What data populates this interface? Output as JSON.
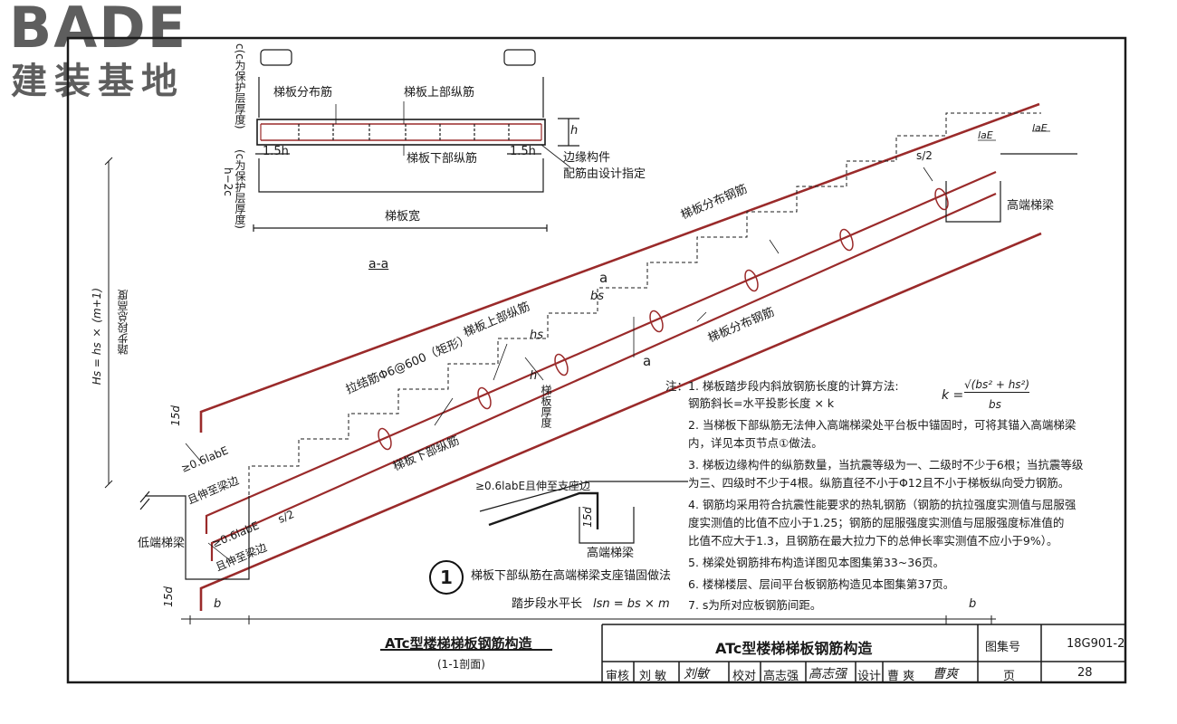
{
  "logo": {
    "brand": "BADE",
    "brand_cn": "建装基地"
  },
  "labels": {
    "dist_rebar_top": "梯板分布筋",
    "upper_long_rebar_top": "梯板上部纵筋",
    "lower_long_rebar_top": "梯板下部纵筋",
    "edge_member": "边缘构件",
    "rebar_by_design": "配筋由设计指定",
    "width_label": "梯板宽",
    "h_label": "h",
    "one_five_h_left": "1.5h",
    "one_five_h_right": "1.5h",
    "cover_thickness_upper": "c(c为保护层厚度)",
    "h_minus_2c": "h−2c",
    "cover_thickness_lower": "(c为保护层厚度)",
    "section_aa": "a-a",
    "total_height": "Hs = hs × (m+1)",
    "total_height_cn": "踏步段总高度",
    "la_e_1": "laE",
    "la_e_2": "laE",
    "s_half_top": "s/2",
    "high_beam": "高端梯梁",
    "dist_rebar_diag": "梯板分布钢筋",
    "a_mark_upper": "a",
    "bs_label": "bs",
    "upper_long_rebar": "梯板上部纵筋",
    "dist_rebar_diag2": "梯板分布钢筋",
    "hs_label": "hs",
    "a_mark_lower": "a",
    "tie_rebar": "拉结筋Φ6@600（矩形）",
    "h_small": "h",
    "slab_thickness": "梯板厚度",
    "fifteen_d_1": "15d",
    "lower_long_rebar": "梯板下部纵筋",
    "anchor_06_1": "≥0.6labE",
    "extend_beam_1": "且伸至梁边",
    "anchor_06_2": "≥0.6labE",
    "extend_beam_2": "且伸至梁边",
    "s_half_bottom": "s/2",
    "low_beam": "低端梯梁",
    "fifteen_d_2": "15d",
    "b_left": "b",
    "b_right": "b",
    "horizontal_length": "踏步段水平长",
    "horizontal_formula": "lsn = bs × m",
    "node_anchor": "≥0.6labE且伸至支座边",
    "node_15d": "15d",
    "node_high_beam": "高端梯梁",
    "node_number": "1",
    "node_caption": "梯板下部纵筋在高端梯梁支座锚固做法"
  },
  "notes": {
    "prefix": "注：",
    "items": [
      "1.  梯板踏步段内斜放钢筋长度的计算方法:",
      "     钢筋斜长=水平投影长度 × k",
      "2.  当梯板下部纵筋无法伸入高端梯梁处平台板中锚固时，可将其锚入高端梯梁",
      "     内，详见本页节点①做法。",
      "3.  梯板边缘构件的纵筋数量，当抗震等级为一、二级时不少于6根；当抗震等级",
      "     为三、四级时不少于4根。纵筋直径不小于Φ12且不小于梯板纵向受力钢筋。",
      "4.  钢筋均采用符合抗震性能要求的热轧钢筋（钢筋的抗拉强度实测值与屈服强",
      "     度实测值的比值不应小于1.25；钢筋的屈服强度实测值与屈服强度标准值的",
      "     比值不应大于1.3，且钢筋在最大拉力下的总伸长率实测值不应小于9%）。",
      "5.  梯梁处钢筋排布构造详图见本图集第33~36页。",
      "6.  楼梯楼层、层间平台板钢筋构造见本图集第37页。",
      "7.  s为所对应板钢筋间距。"
    ],
    "formula_k": "k =",
    "formula_num": "√(bs² + hs²)",
    "formula_den": "bs"
  },
  "title_block": {
    "drawing_title": "ATc型楼梯梯板钢筋构造",
    "section_caption": "(1-1剖面)",
    "sheet_title": "ATc型楼梯梯板钢筋构造",
    "atlas_label": "图集号",
    "atlas_no": "18G901-2",
    "review_label": "审核",
    "reviewer": "刘  敏",
    "reviewer_sig": "刘敏",
    "check_label": "校对",
    "checker": "高志强",
    "checker_sig": "高志强",
    "design_label": "设计",
    "designer": "曹  爽",
    "designer_sig": "曹爽",
    "page_label": "页",
    "page_no": "28"
  },
  "colors": {
    "rebar": "#9a2a2a",
    "line": "#1a1a1a",
    "logo": "#5e5e5e"
  }
}
